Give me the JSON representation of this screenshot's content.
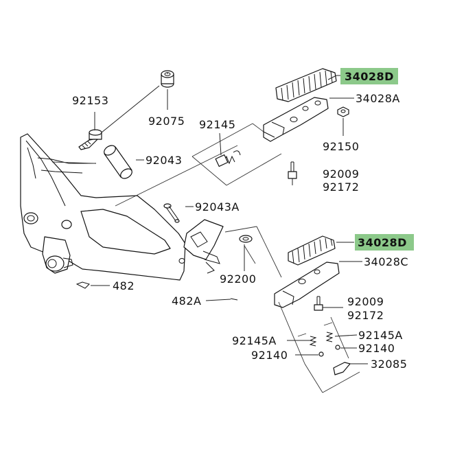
{
  "colors": {
    "highlight": "#8cc98a",
    "ink": "#111111",
    "background": "#ffffff"
  },
  "labels": {
    "p34028D_upper": "34028D",
    "p34028A": "34028A",
    "p92153": "92153",
    "p92075": "92075",
    "p92145": "92145",
    "p92150": "92150",
    "p92043": "92043",
    "p92009_upper": "92009",
    "p92172_upper": "92172",
    "p92043A": "92043A",
    "p34028D_lower": "34028D",
    "p34028C": "34028C",
    "p482": "482",
    "p92200": "92200",
    "p482A": "482A",
    "p92009_lower": "92009",
    "p92172_lower": "92172",
    "p92145A_left": "92145A",
    "p92145A_right": "92145A",
    "p92140_right": "92140",
    "p92140_left": "92140",
    "p32085": "32085"
  }
}
